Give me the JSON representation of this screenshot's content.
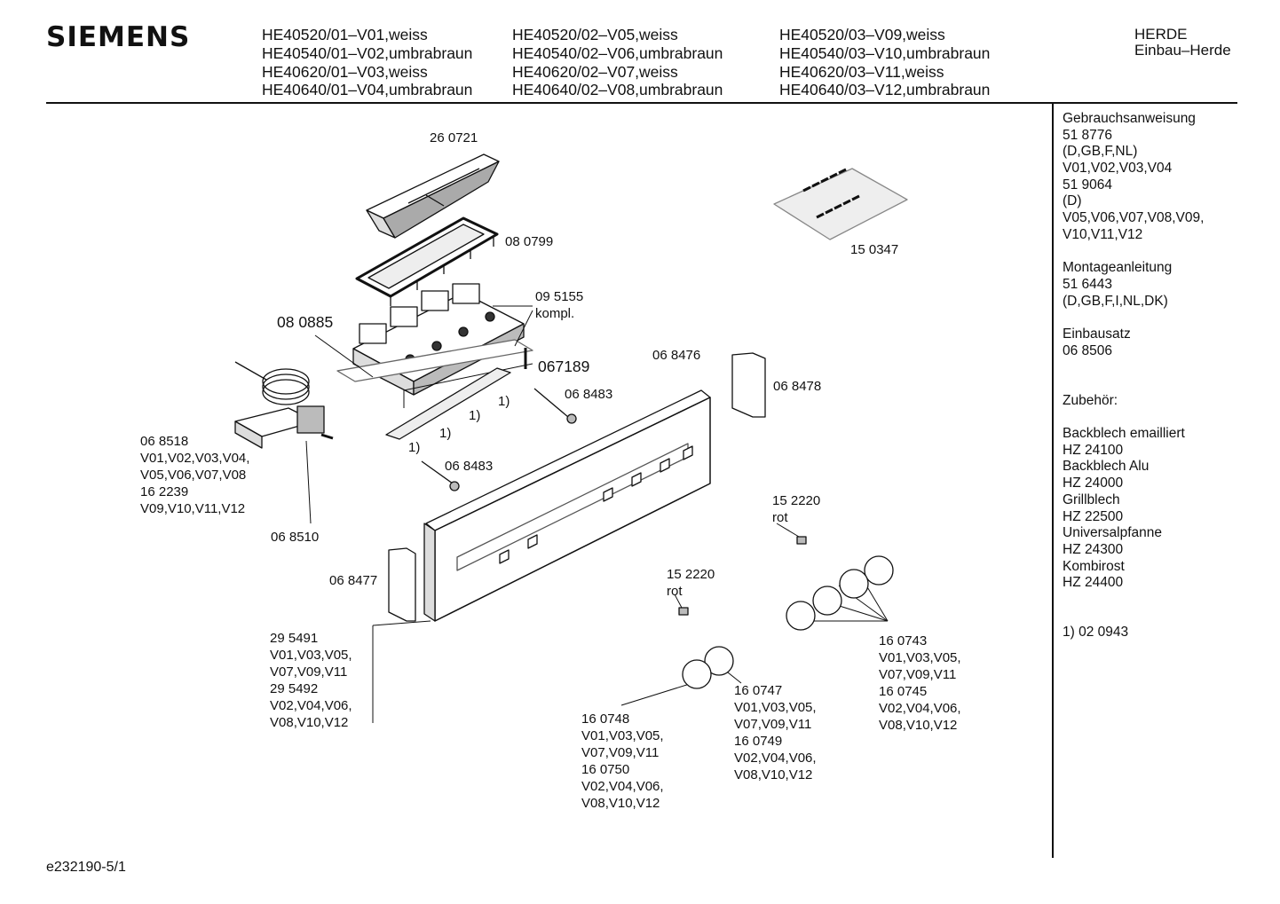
{
  "brand": "SIEMENS",
  "models": {
    "col1": [
      "HE40520/01–V01,weiss",
      "HE40540/01–V02,umbrabraun",
      "HE40620/01–V03,weiss",
      "HE40640/01–V04,umbrabraun"
    ],
    "col2": [
      "HE40520/02–V05,weiss",
      "HE40540/02–V06,umbrabraun",
      "HE40620/02–V07,weiss",
      "HE40640/02–V08,umbrabraun"
    ],
    "col3": [
      "HE40520/03–V09,weiss",
      "HE40540/03–V10,umbrabraun",
      "HE40620/03–V11,weiss",
      "HE40640/03–V12,umbrabraun"
    ]
  },
  "category": [
    "HERDE",
    "Einbau–Herde"
  ],
  "sidebar": [
    "Gebrauchsanweisung",
    "51 8776",
    "(D,GB,F,NL)",
    "V01,V02,V03,V04",
    "51 9064",
    "(D)",
    "V05,V06,V07,V08,V09,",
    "V10,V11,V12",
    "",
    "Montageanleitung",
    "51 6443",
    "(D,GB,F,I,NL,DK)",
    "",
    "Einbausatz",
    "06 8506",
    "",
    "",
    "Zubehör:",
    "",
    "Backblech emailliert",
    "HZ 24100",
    "Backblech Alu",
    "HZ 24000",
    "Grillblech",
    "HZ 22500",
    "Universalpfanne",
    "HZ 24300",
    "Kombirost",
    "HZ 24400",
    "",
    "",
    "1)  02 0943"
  ],
  "parts": {
    "p260721": "26 0721",
    "p080799": "08 0799",
    "p150347": "15 0347",
    "p095155": [
      "09 5155",
      "kompl."
    ],
    "p080885": "08 0885",
    "p067189": "067189",
    "p068476": "06 8476",
    "p068483a": "06 8483",
    "p068478": "06 8478",
    "note1": "1)",
    "p068518": [
      "06 8518",
      "V01,V02,V03,V04,",
      "V05,V06,V07,V08",
      "16 2239",
      "V09,V10,V11,V12"
    ],
    "p068483b": "06 8483",
    "p068510": "06 8510",
    "p152220a": [
      "15 2220",
      "rot"
    ],
    "p068477": "06 8477",
    "p152220b": [
      "15 2220",
      "rot"
    ],
    "p295491": [
      "29 5491",
      "V01,V03,V05,",
      "V07,V09,V11",
      "29 5492",
      "V02,V04,V06,",
      "V08,V10,V12"
    ],
    "p160743": [
      "16 0743",
      "V01,V03,V05,",
      "V07,V09,V11",
      "16 0745",
      "V02,V04,V06,",
      "V08,V10,V12"
    ],
    "p160747": [
      "16 0747",
      "V01,V03,V05,",
      "V07,V09,V11",
      "16 0749",
      "V02,V04,V06,",
      "V08,V10,V12"
    ],
    "p160748": [
      "16 0748",
      "V01,V03,V05,",
      "V07,V09,V11",
      "16 0750",
      "V02,V04,V06,",
      "V08,V10,V12"
    ]
  },
  "footer": "e232190-5/1"
}
